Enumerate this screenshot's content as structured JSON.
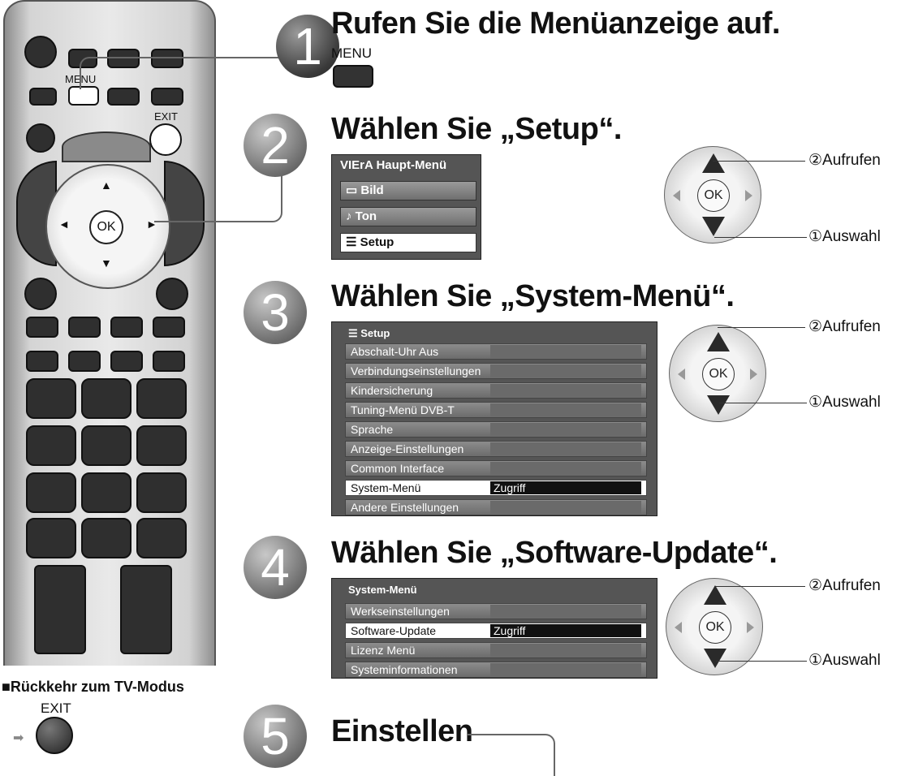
{
  "remote": {
    "menu_label": "MENU",
    "exit_label": "EXIT",
    "ok_label": "OK",
    "nav_arrows": {
      "up": "▲",
      "down": "▼",
      "left": "◄",
      "right": "►"
    }
  },
  "footer": {
    "return_text": "■Rückkehr zum TV-Modus",
    "exit_label": "EXIT",
    "arrow": "➡"
  },
  "steps": [
    {
      "number": "1",
      "heading": "Rufen Sie die Menüanzeige auf.",
      "button_label": "MENU"
    },
    {
      "number": "2",
      "heading": "Wählen Sie „Setup“."
    },
    {
      "number": "3",
      "heading": "Wählen Sie „System-Menü“."
    },
    {
      "number": "4",
      "heading": "Wählen Sie „Software-Update“."
    },
    {
      "number": "5",
      "heading": "Einstellen"
    }
  ],
  "main_menu": {
    "title": "VIErA Haupt-Menü",
    "items": [
      {
        "icon": "▭",
        "label": "Bild"
      },
      {
        "icon": "♪",
        "label": "Ton"
      },
      {
        "icon": "☰",
        "label": "Setup"
      }
    ]
  },
  "setup_menu": {
    "title": "☰ Setup",
    "rows": [
      {
        "label": "Abschalt-Uhr Aus",
        "value": ""
      },
      {
        "label": "Verbindungseinstellungen",
        "value": ""
      },
      {
        "label": "Kindersicherung",
        "value": ""
      },
      {
        "label": "Tuning-Menü DVB-T",
        "value": ""
      },
      {
        "label": "Sprache",
        "value": ""
      },
      {
        "label": "Anzeige-Einstellungen",
        "value": ""
      },
      {
        "label": "Common Interface",
        "value": ""
      },
      {
        "label": "System-Menü",
        "value": "Zugriff"
      },
      {
        "label": "Andere Einstellungen",
        "value": ""
      }
    ]
  },
  "system_menu": {
    "title": "System-Menü",
    "rows": [
      {
        "label": "Werkseinstellungen",
        "value": ""
      },
      {
        "label": "Software-Update",
        "value": "Zugriff"
      },
      {
        "label": "Lizenz Menü",
        "value": ""
      },
      {
        "label": "Systeminformationen",
        "value": ""
      }
    ]
  },
  "pad": {
    "ok": "OK",
    "access_label": "②Aufrufen",
    "select_label": "①Auswahl"
  }
}
